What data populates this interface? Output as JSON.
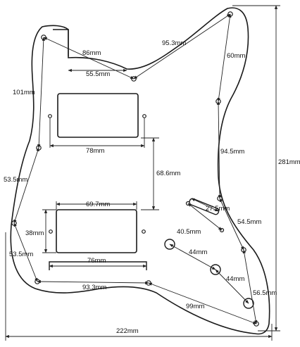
{
  "diagram": {
    "labels": {
      "d86": "86mm",
      "d95_3": "95.3mm",
      "d55_5": "55.5mm",
      "d60": "60mm",
      "d101": "101mm",
      "d78": "78mm",
      "d94_5": "94.5mm",
      "d281": "281mm",
      "d68_6": "68.6mm",
      "d53_5a": "53.5mm",
      "d27_5": "27.5mm",
      "d69_7": "69.7mm",
      "d54_5": "54.5mm",
      "d40_5": "40.5mm",
      "d38": "38mm",
      "d44a": "44mm",
      "d53_5b": "53.5mm",
      "d76": "76mm",
      "d44b": "44mm",
      "d56_5": "56.5mm",
      "d93_3": "93.3mm",
      "d99": "99mm",
      "d222": "222mm"
    },
    "colors": {
      "outline": "#1a1a1a",
      "dimension_line": "#222222",
      "plate_fill": "#ffffff"
    }
  }
}
